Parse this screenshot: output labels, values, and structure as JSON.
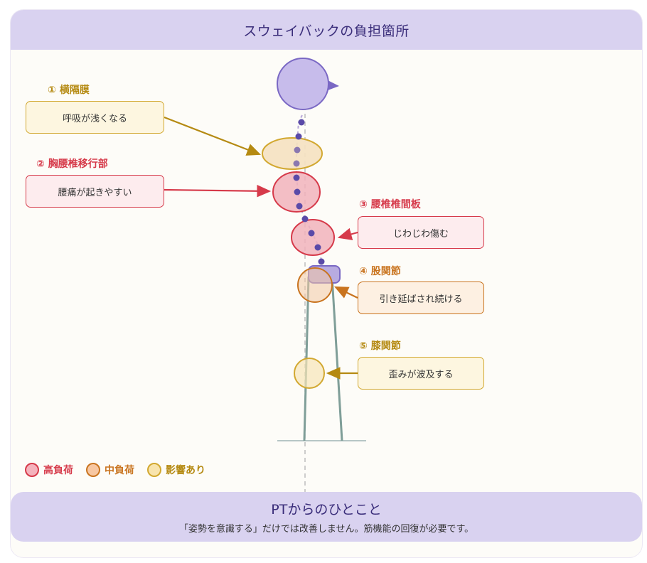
{
  "title": "スウェイバックの負担箇所",
  "points": [
    {
      "num_label": "① 横隔膜",
      "desc": "呼吸が浅くなる",
      "level": "影響あり"
    },
    {
      "num_label": "② 胸腰椎移行部",
      "desc": "腰痛が起きやすい",
      "level": "高負荷"
    },
    {
      "num_label": "③ 腰椎椎間板",
      "desc": "じわじわ傷む",
      "level": "高負荷"
    },
    {
      "num_label": "④ 股関節",
      "desc": "引き延ばされ続ける",
      "level": "中負荷"
    },
    {
      "num_label": "⑤ 膝関節",
      "desc": "歪みが波及する",
      "level": "影響あり"
    }
  ],
  "legend": [
    {
      "label": "高負荷",
      "color": "#e0556a"
    },
    {
      "label": "中負荷",
      "color": "#e08040"
    },
    {
      "label": "影響あり",
      "color": "#d2a830"
    }
  ],
  "footer": {
    "title": "PTからのひとこと",
    "body": "「姿勢を意識する」だけでは改善しません。筋機能の回復が必要です。"
  },
  "colors": {
    "high": "#d63a4a",
    "mid": "#c9741f",
    "affect": "#b58a12",
    "accent": "#7a68c4",
    "header_bg": "#d9d2f0"
  }
}
